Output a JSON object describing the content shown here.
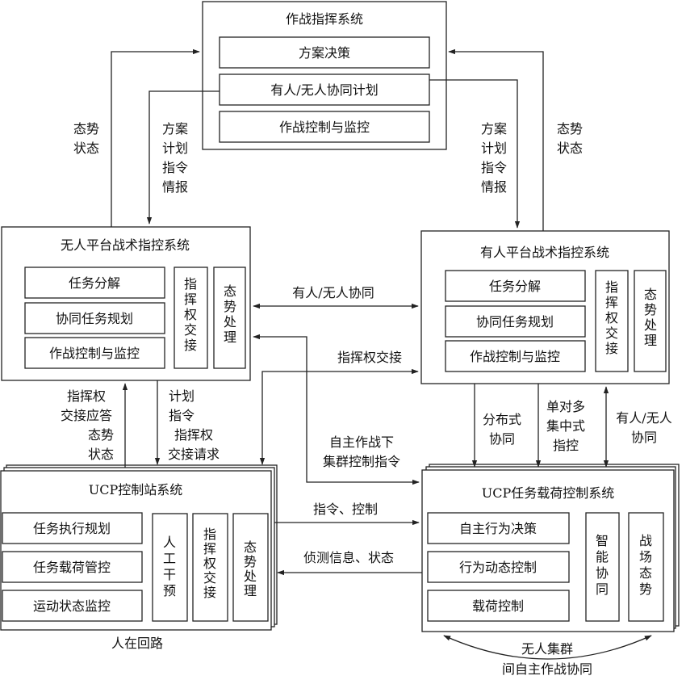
{
  "command_system": {
    "title": "作战指挥系统",
    "items": [
      "方案决策",
      "有人/无人协同计划",
      "作战控制与监控"
    ]
  },
  "unmanned_tactical": {
    "title": "无人平台战术指控系统",
    "items": [
      "任务分解",
      "协同任务规划",
      "作战控制与监控"
    ],
    "vertical_items": [
      "指挥权交接",
      "态势处理"
    ]
  },
  "manned_tactical": {
    "title": "有人平台战术指控系统",
    "items": [
      "任务分解",
      "协同任务规划",
      "作战控制与监控"
    ],
    "vertical_items": [
      "指挥权交接",
      "态势处理"
    ]
  },
  "ucp_station": {
    "title": "UCP控制站系统",
    "items": [
      "任务执行规划",
      "任务载荷管控",
      "运动状态监控"
    ],
    "vertical_items": [
      "人工干预",
      "指挥权交接",
      "态势处理"
    ],
    "caption": "人在回路"
  },
  "ucp_payload": {
    "title": "UCP任务载荷控制系统",
    "items": [
      "自主行为决策",
      "行为动态控制",
      "载荷控制"
    ],
    "vertical_items": [
      "智能协同",
      "战场态势"
    ]
  },
  "labels": {
    "left_situation": [
      "态势",
      "状态"
    ],
    "left_plan": [
      "方案",
      "计划",
      "指令",
      "情报"
    ],
    "right_plan": [
      "方案",
      "计划",
      "指令",
      "情报"
    ],
    "right_situation": [
      "态势",
      "状态"
    ],
    "manned_unmanned": "有人/无人协同",
    "authority_handover": "指挥权交接",
    "handover_ack": [
      "指挥权",
      "交接应答"
    ],
    "situation_state": [
      "态势",
      "状态"
    ],
    "plan_command": [
      "计划",
      "指令"
    ],
    "handover_request": [
      "指挥权",
      "交接请求"
    ],
    "autonomous_swarm": [
      "自主作战下",
      "集群控制指令"
    ],
    "distributed": [
      "分布式",
      "协同"
    ],
    "single_multi": [
      "单对多",
      "集中式",
      "指控"
    ],
    "manned_unmanned_coop": [
      "有人/无人",
      "协同"
    ],
    "command_control": "指令、控制",
    "recon_info": "侦测信息、状态",
    "swarm_coop": [
      "无人集群",
      "间自主作战协同"
    ]
  }
}
